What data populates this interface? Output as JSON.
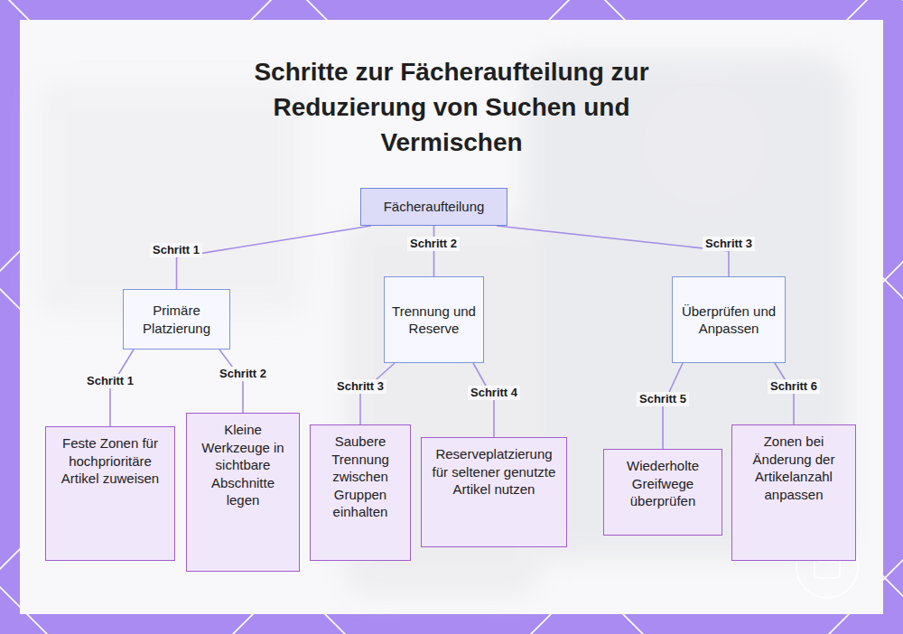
{
  "diagram": {
    "title": "Schritte zur Fächeraufteilung zur Reduzierung von Suchen und Vermischen",
    "nodes": [
      {
        "text": [
          "Fächeraufteilung"
        ]
      },
      {
        "text": [
          "Primäre Platzierung"
        ]
      },
      {
        "text": [
          "Trennung und Reserve"
        ]
      },
      {
        "text": [
          "Überprüfen und Anpassen"
        ]
      },
      {
        "text": [
          "Feste Zonen für hochprioritäre Artikel zuweisen"
        ]
      },
      {
        "text": [
          "Kleine Werkzeuge in sichtbare Abschnitte legen"
        ]
      },
      {
        "text": [
          "Saubere Trennung zwischen Gruppen einhalten"
        ]
      },
      {
        "text": [
          "Reserveplatzierung für seltener genutzte Artikel nutzen"
        ]
      },
      {
        "text": [
          "Wiederholte Greifwege überprüfen"
        ]
      },
      {
        "text": [
          "Zonen bei Änderung der Artikelanzahl anpassen"
        ]
      }
    ],
    "edges": [
      {
        "from": 0,
        "to": 1,
        "label": "Schritt 1",
        "arrow": "none"
      },
      {
        "from": 0,
        "to": 2,
        "label": "Schritt 2",
        "arrow": "none"
      },
      {
        "from": 0,
        "to": 3,
        "label": "Schritt 3",
        "arrow": "none"
      },
      {
        "from": 1,
        "to": 4,
        "label": "Schritt 1",
        "arrow": "none"
      },
      {
        "from": 1,
        "to": 5,
        "label": "Schritt 2",
        "arrow": "none"
      },
      {
        "from": 2,
        "to": 6,
        "label": "Schritt 3",
        "arrow": "none"
      },
      {
        "from": 2,
        "to": 7,
        "label": "Schritt 4",
        "arrow": "none"
      },
      {
        "from": 3,
        "to": 8,
        "label": "Schritt 5",
        "arrow": "none"
      },
      {
        "from": 3,
        "to": 9,
        "label": "Schritt 6",
        "arrow": "none"
      }
    ]
  }
}
